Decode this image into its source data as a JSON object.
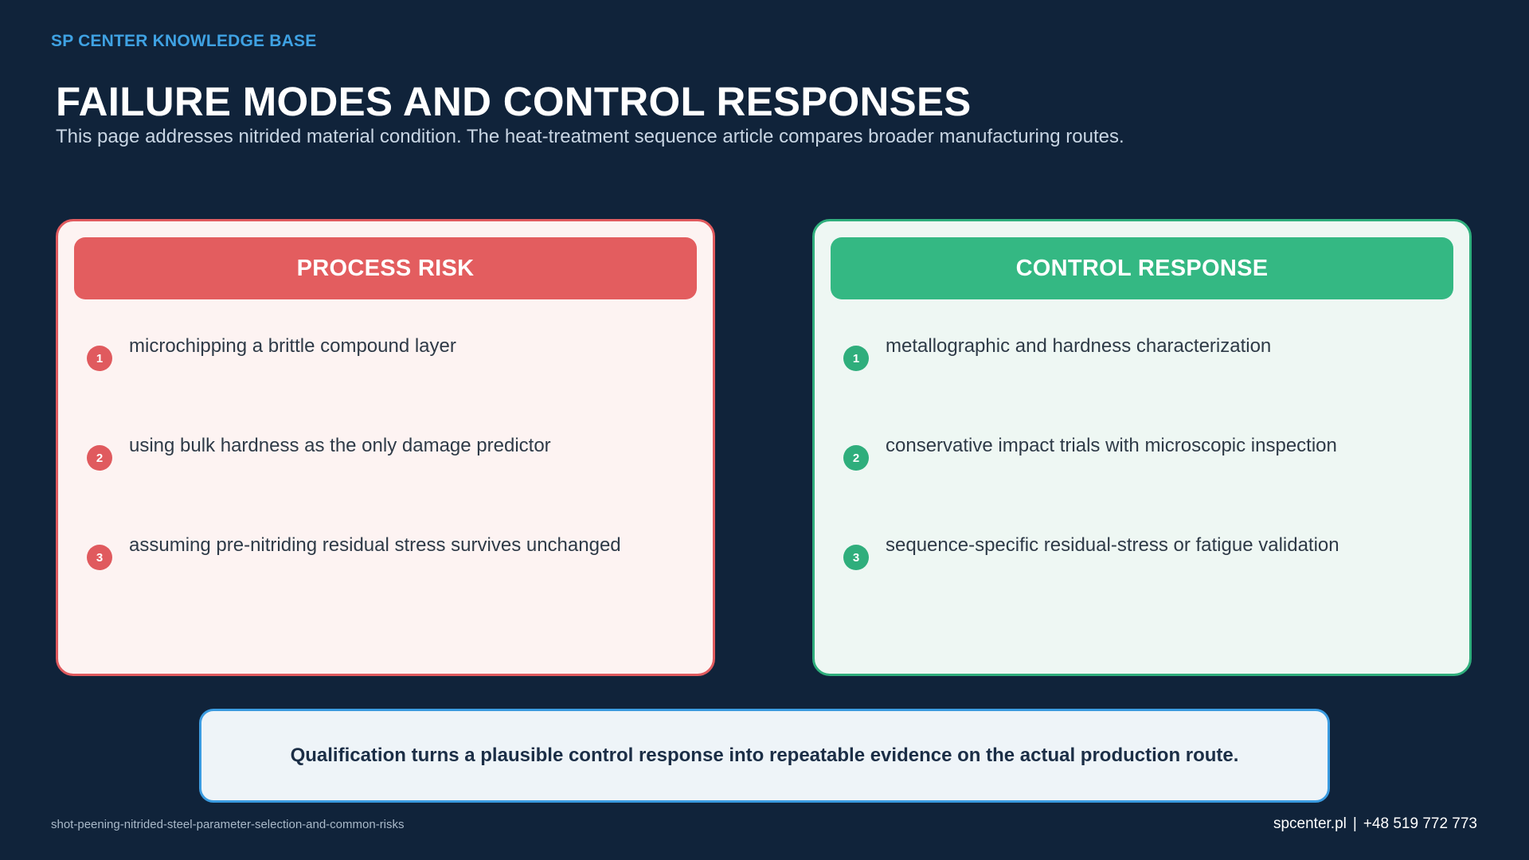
{
  "brand": "SP CENTER KNOWLEDGE BASE",
  "title": "FAILURE MODES AND CONTROL RESPONSES",
  "subtitle": "This page addresses nitrided material condition. The heat-treatment sequence article compares broader manufacturing routes.",
  "risk_panel": {
    "header": "PROCESS RISK",
    "accent_color": "#e35d5f",
    "items": [
      {
        "number": "1",
        "text": "microchipping a brittle compound layer"
      },
      {
        "number": "2",
        "text": "using bulk hardness as the only damage predictor"
      },
      {
        "number": "3",
        "text": "assuming pre-nitriding residual stress survives unchanged"
      }
    ]
  },
  "control_panel": {
    "header": "CONTROL RESPONSE",
    "accent_color": "#34b883",
    "items": [
      {
        "number": "1",
        "text": "metallographic and hardness characterization"
      },
      {
        "number": "2",
        "text": "conservative impact trials with microscopic inspection"
      },
      {
        "number": "3",
        "text": "sequence-specific residual-stress or fatigue validation"
      }
    ]
  },
  "callout": "Qualification turns a plausible control response into repeatable evidence on the actual production route.",
  "footer": {
    "slug": "shot-peening-nitrided-steel-parameter-selection-and-common-risks",
    "website": "spcenter.pl",
    "separator": "|",
    "phone": "+48 519 772 773"
  }
}
